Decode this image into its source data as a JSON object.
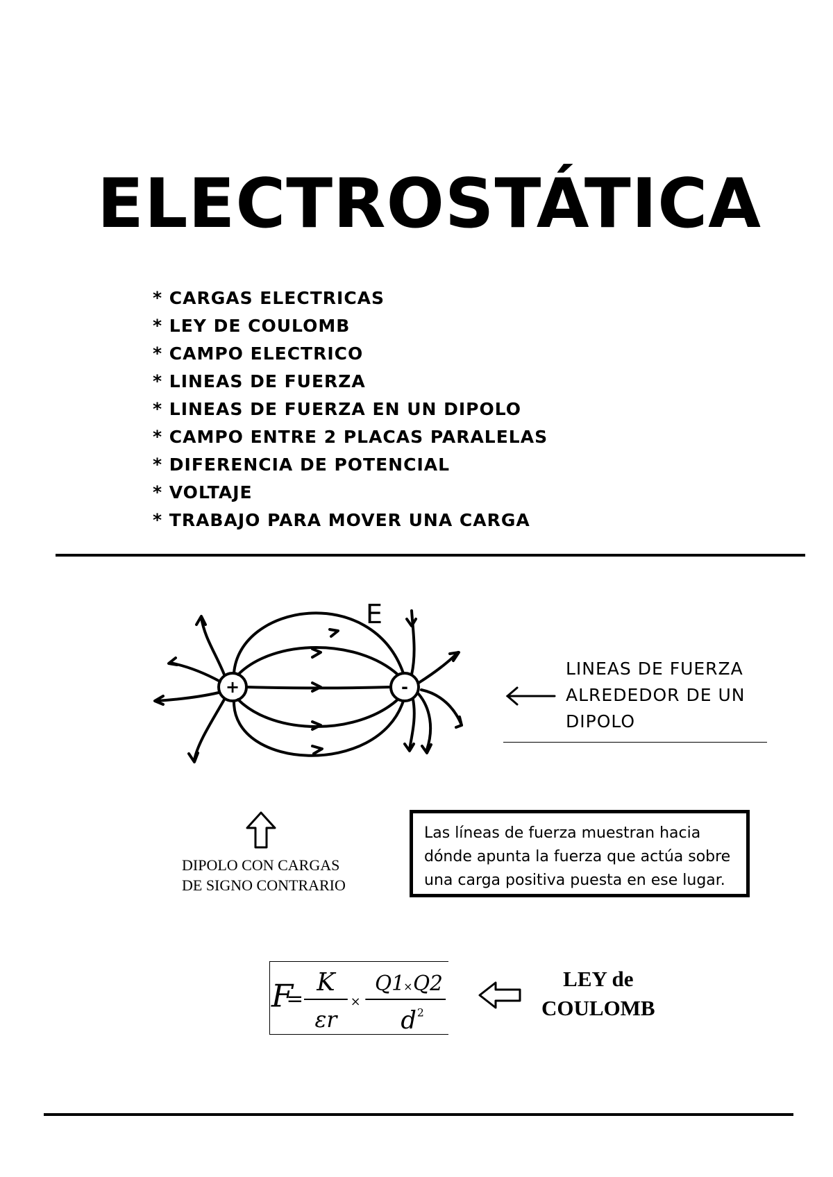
{
  "page": {
    "title": "ELECTROSTÁTICA",
    "topics": [
      "* CARGAS ELECTRICAS",
      "* LEY DE COULOMB",
      "* CAMPO ELECTRICO",
      "* LINEAS DE FUERZA",
      "* LINEAS DE FUERZA EN UN DIPOLO",
      "* CAMPO ENTRE 2 PLACAS PARALELAS",
      "* DIFERENCIA DE POTENCIAL",
      "* VOLTAJE",
      "* TRABAJO PARA MOVER UNA CARGA"
    ]
  },
  "diagram": {
    "field_label": "E",
    "positive_charge": "+",
    "negative_charge": "-",
    "handwritten_note": "LINEAS DE FUERZA\nALREDEDOR DE UN\nDIPOLO",
    "caption": "DIPOLO CON CARGAS\nDE SIGNO CONTRARIO",
    "arrow_up_icon": "hollow-up-arrow",
    "arrow_left_icon": "thin-left-arrow"
  },
  "infobox": {
    "text": "Las líneas de fuerza muestran hacia dónde apunta la fuerza que actúa sobre una carga positiva puesta en ese lugar."
  },
  "formula": {
    "lhs": "F",
    "equals": "=",
    "k": "K",
    "eps": "εr",
    "times1": "×",
    "q1": "Q1",
    "times2": "×",
    "q2": "Q2",
    "d": "d",
    "exp": "2",
    "arrow_icon": "hollow-left-arrow",
    "label": "LEY de\nCOULOMB"
  }
}
